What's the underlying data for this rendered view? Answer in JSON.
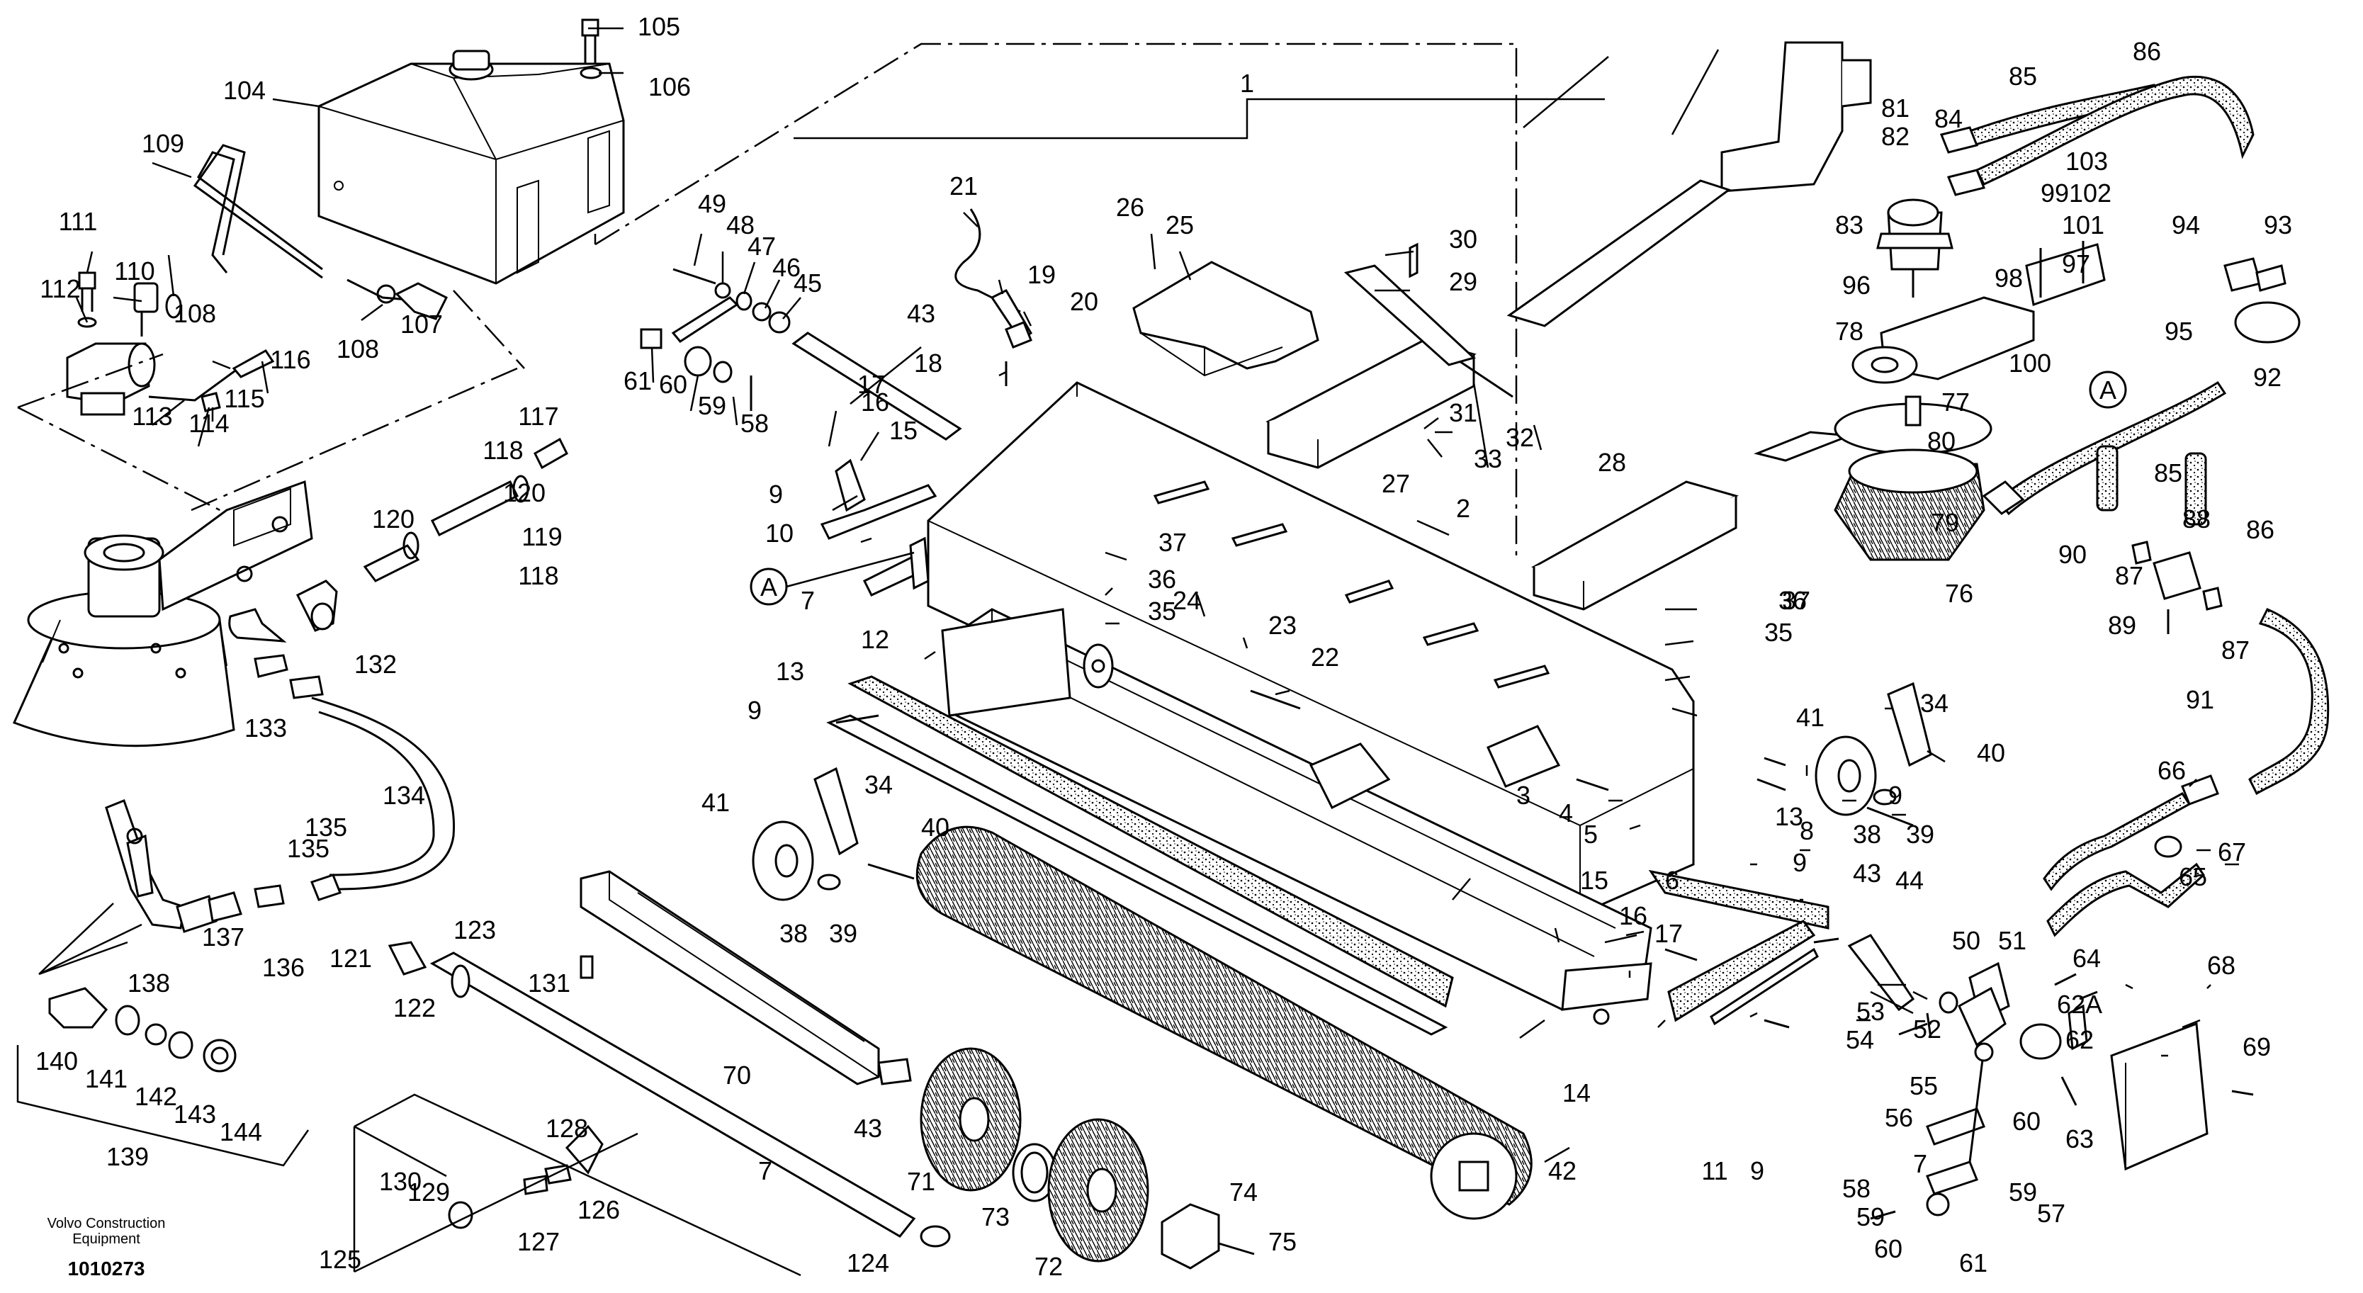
{
  "corner": {
    "brand_line1": "Volvo Construction",
    "brand_line2": "Equipment",
    "figure_id": "1010273"
  },
  "labels": [
    {
      "text": "1"
    },
    {
      "text": "2"
    },
    {
      "text": "3"
    },
    {
      "text": "4"
    },
    {
      "text": "5"
    },
    {
      "text": "6"
    },
    {
      "text": "7"
    },
    {
      "text": "7"
    },
    {
      "text": "7"
    },
    {
      "text": "8"
    },
    {
      "text": "9"
    },
    {
      "text": "9"
    },
    {
      "text": "9"
    },
    {
      "text": "9"
    },
    {
      "text": "9"
    },
    {
      "text": "10"
    },
    {
      "text": "11"
    },
    {
      "text": "12"
    },
    {
      "text": "13"
    },
    {
      "text": "13"
    },
    {
      "text": "14"
    },
    {
      "text": "15"
    },
    {
      "text": "15"
    },
    {
      "text": "16"
    },
    {
      "text": "16"
    },
    {
      "text": "17"
    },
    {
      "text": "17"
    },
    {
      "text": "18"
    },
    {
      "text": "19"
    },
    {
      "text": "20"
    },
    {
      "text": "21"
    },
    {
      "text": "22"
    },
    {
      "text": "23"
    },
    {
      "text": "24"
    },
    {
      "text": "25"
    },
    {
      "text": "26"
    },
    {
      "text": "27"
    },
    {
      "text": "28"
    },
    {
      "text": "29"
    },
    {
      "text": "30"
    },
    {
      "text": "31"
    },
    {
      "text": "32"
    },
    {
      "text": "33"
    },
    {
      "text": "34"
    },
    {
      "text": "34"
    },
    {
      "text": "35"
    },
    {
      "text": "35"
    },
    {
      "text": "36"
    },
    {
      "text": "36"
    },
    {
      "text": "37"
    },
    {
      "text": "37"
    },
    {
      "text": "38"
    },
    {
      "text": "38"
    },
    {
      "text": "39"
    },
    {
      "text": "39"
    },
    {
      "text": "40"
    },
    {
      "text": "40"
    },
    {
      "text": "41"
    },
    {
      "text": "41"
    },
    {
      "text": "42"
    },
    {
      "text": "43"
    },
    {
      "text": "43"
    },
    {
      "text": "43"
    },
    {
      "text": "44"
    },
    {
      "text": "45"
    },
    {
      "text": "46"
    },
    {
      "text": "47"
    },
    {
      "text": "48"
    },
    {
      "text": "49"
    },
    {
      "text": "50"
    },
    {
      "text": "51"
    },
    {
      "text": "52"
    },
    {
      "text": "53"
    },
    {
      "text": "54"
    },
    {
      "text": "55"
    },
    {
      "text": "56"
    },
    {
      "text": "57"
    },
    {
      "text": "58"
    },
    {
      "text": "58"
    },
    {
      "text": "59"
    },
    {
      "text": "59"
    },
    {
      "text": "59"
    },
    {
      "text": "60"
    },
    {
      "text": "60"
    },
    {
      "text": "60"
    },
    {
      "text": "61"
    },
    {
      "text": "61"
    },
    {
      "text": "62"
    },
    {
      "text": "62A"
    },
    {
      "text": "63"
    },
    {
      "text": "64"
    },
    {
      "text": "65"
    },
    {
      "text": "66"
    },
    {
      "text": "67"
    },
    {
      "text": "68"
    },
    {
      "text": "69"
    },
    {
      "text": "70"
    },
    {
      "text": "71"
    },
    {
      "text": "72"
    },
    {
      "text": "73"
    },
    {
      "text": "74"
    },
    {
      "text": "75"
    },
    {
      "text": "76"
    },
    {
      "text": "77"
    },
    {
      "text": "78"
    },
    {
      "text": "79"
    },
    {
      "text": "80"
    },
    {
      "text": "81"
    },
    {
      "text": "82"
    },
    {
      "text": "83"
    },
    {
      "text": "84"
    },
    {
      "text": "85"
    },
    {
      "text": "85"
    },
    {
      "text": "86"
    },
    {
      "text": "86"
    },
    {
      "text": "87"
    },
    {
      "text": "87"
    },
    {
      "text": "88"
    },
    {
      "text": "89"
    },
    {
      "text": "90"
    },
    {
      "text": "91"
    },
    {
      "text": "92"
    },
    {
      "text": "93"
    },
    {
      "text": "94"
    },
    {
      "text": "95"
    },
    {
      "text": "96"
    },
    {
      "text": "97"
    },
    {
      "text": "98"
    },
    {
      "text": "99"
    },
    {
      "text": "100"
    },
    {
      "text": "101"
    },
    {
      "text": "102"
    },
    {
      "text": "103"
    },
    {
      "text": "104"
    },
    {
      "text": "105"
    },
    {
      "text": "106"
    },
    {
      "text": "107"
    },
    {
      "text": "108"
    },
    {
      "text": "108"
    },
    {
      "text": "109"
    },
    {
      "text": "110"
    },
    {
      "text": "111"
    },
    {
      "text": "112"
    },
    {
      "text": "113"
    },
    {
      "text": "114"
    },
    {
      "text": "115"
    },
    {
      "text": "116"
    },
    {
      "text": "117"
    },
    {
      "text": "118"
    },
    {
      "text": "118"
    },
    {
      "text": "119"
    },
    {
      "text": "120"
    },
    {
      "text": "120"
    },
    {
      "text": "121"
    },
    {
      "text": "122"
    },
    {
      "text": "123"
    },
    {
      "text": "124"
    },
    {
      "text": "125"
    },
    {
      "text": "126"
    },
    {
      "text": "127"
    },
    {
      "text": "128"
    },
    {
      "text": "129"
    },
    {
      "text": "130"
    },
    {
      "text": "131"
    },
    {
      "text": "132"
    },
    {
      "text": "133"
    },
    {
      "text": "134"
    },
    {
      "text": "135"
    },
    {
      "text": "135"
    },
    {
      "text": "136"
    },
    {
      "text": "137"
    },
    {
      "text": "138"
    },
    {
      "text": "139"
    },
    {
      "text": "140"
    },
    {
      "text": "141"
    },
    {
      "text": "142"
    },
    {
      "text": "143"
    },
    {
      "text": "144"
    }
  ],
  "callouts": [
    {
      "text": "A"
    },
    {
      "text": "A"
    }
  ]
}
